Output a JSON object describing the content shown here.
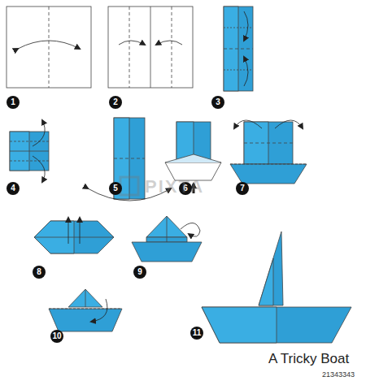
{
  "diagram": {
    "labels": [
      "1",
      "2",
      "3",
      "4",
      "5",
      "6",
      "7",
      "8",
      "9",
      "10",
      "11",
      "A Tricky Boat",
      "PIXTA",
      "21343343"
    ]
  }
}
